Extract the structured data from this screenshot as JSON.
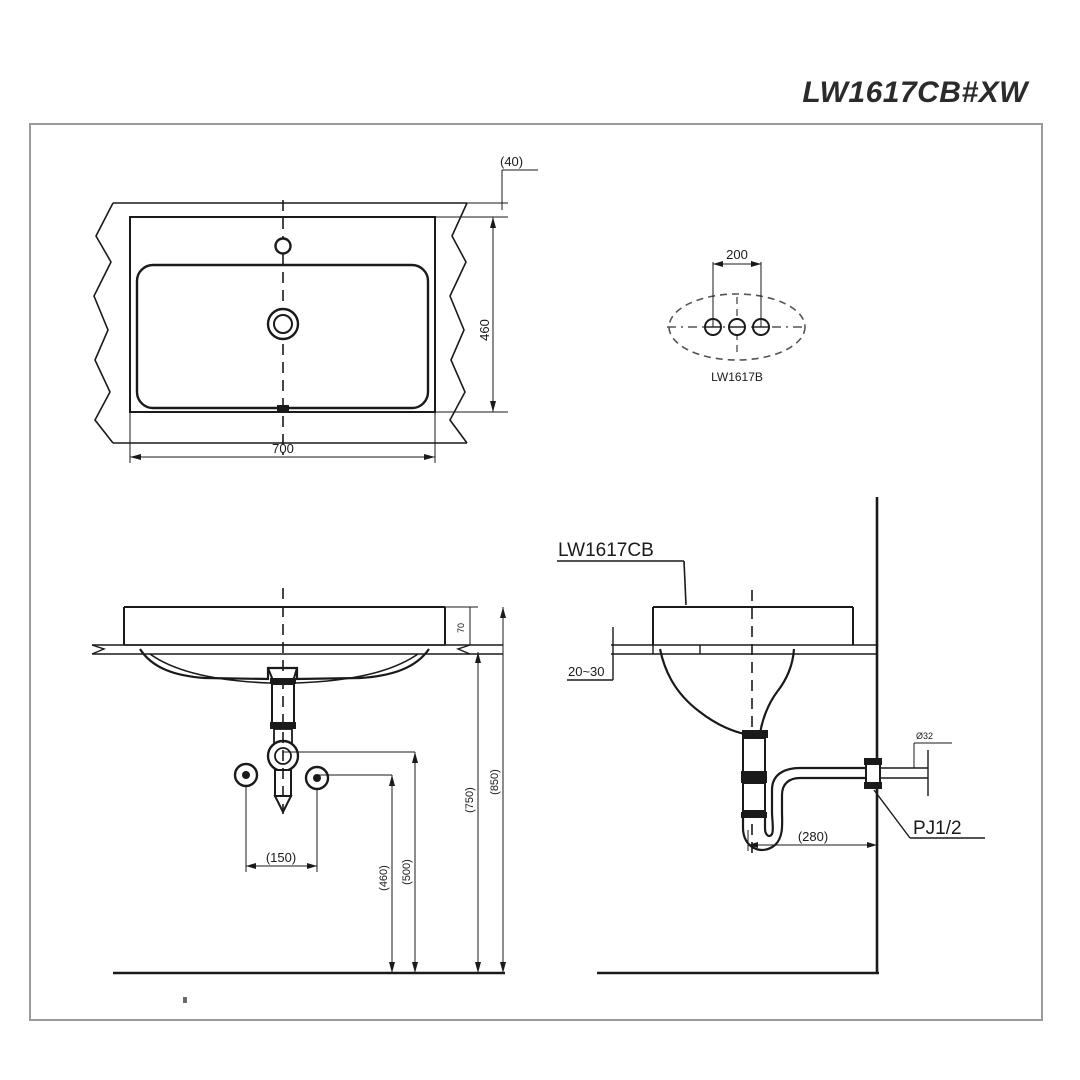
{
  "drawing": {
    "model_title": "LW1617CB#XW",
    "sheet_border_color": "#9a9a9a",
    "line_color": "#1a1a1a",
    "background": "#ffffff"
  },
  "top_view": {
    "name": "top-view",
    "dim_width": "700",
    "dim_depth": "460",
    "dim_rim_offset": "(40)",
    "features": [
      "overflow-hole",
      "drain-hole",
      "centerline"
    ]
  },
  "faucet_detail": {
    "name": "faucet-hole-detail",
    "dim_spread": "200",
    "label": "LW1617B",
    "hole_count": 3
  },
  "front_view": {
    "name": "front-elevation",
    "dim_counter_thickness": "70",
    "dim_valve_spread": "(150)",
    "dim_valve_height": "(460)",
    "dim_trap_height": "(500)",
    "dim_rim_height": "(750)",
    "dim_overall_height": "(850)"
  },
  "side_view": {
    "name": "side-elevation",
    "label_basin": "LW1617CB",
    "label_counter_gap": "20~30",
    "label_drain_pipe": "Ø32",
    "label_supply_thread": "PJ1/2",
    "dim_trap_offset": "(280)"
  }
}
